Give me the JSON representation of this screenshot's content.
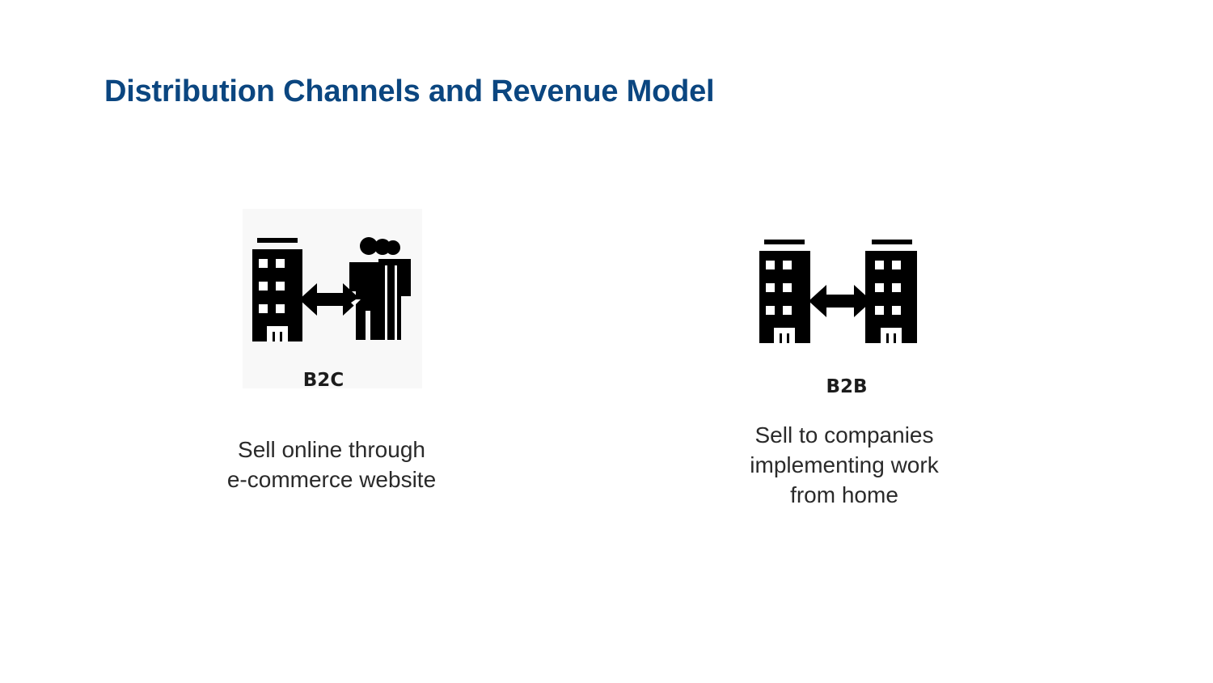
{
  "slide": {
    "title": "Distribution Channels and Revenue Model"
  },
  "channels": [
    {
      "label": "B2C",
      "description": "Sell online through\ne-commerce website",
      "icon": "building-to-people-icon"
    },
    {
      "label": "B2B",
      "description": "Sell to companies\nimplementing work\nfrom home",
      "icon": "building-to-building-icon"
    }
  ],
  "colors": {
    "title": "#0b4680",
    "icon": "#000000",
    "text": "#2a2a2a"
  }
}
